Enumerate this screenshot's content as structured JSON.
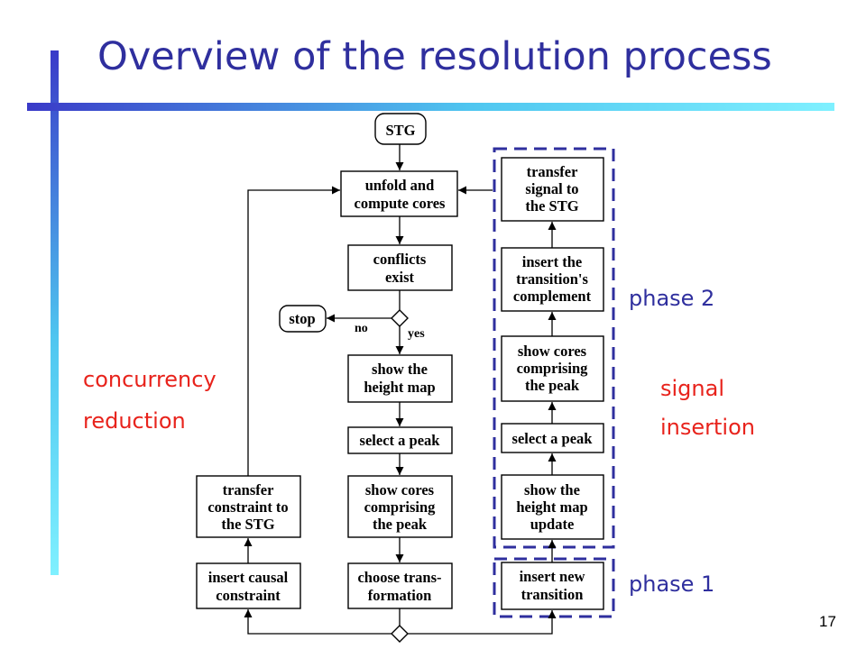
{
  "slide": {
    "title": "Overview of the resolution process",
    "page_number": "17"
  },
  "labels": {
    "concurrency": "concurrency",
    "reduction": "reduction",
    "signal": "signal",
    "insertion": "insertion",
    "phase2": "phase 2",
    "phase1": "phase 1"
  },
  "nodes": {
    "stg": [
      "STG"
    ],
    "unfold": [
      "unfold and",
      "compute cores"
    ],
    "conflicts": [
      "conflicts",
      "exist"
    ],
    "stop": [
      "stop"
    ],
    "show_height_map": [
      "show the",
      "height map"
    ],
    "select_peak_left": [
      "select a peak"
    ],
    "show_cores_left": [
      "show cores",
      "comprising",
      "the peak"
    ],
    "choose_transformation": [
      "choose trans-",
      "formation"
    ],
    "transfer_constraint": [
      "transfer",
      "constraint to",
      "the STG"
    ],
    "insert_causal": [
      "insert causal",
      "constraint"
    ],
    "transfer_signal": [
      "transfer",
      "signal to",
      "the STG"
    ],
    "insert_complement": [
      "insert the",
      "transition's",
      "complement"
    ],
    "show_cores_right": [
      "show cores",
      "comprising",
      "the peak"
    ],
    "select_peak_right": [
      "select a peak"
    ],
    "show_height_update": [
      "show the",
      "height map",
      "update"
    ],
    "insert_new_transition": [
      "insert new",
      "transition"
    ]
  },
  "edge_labels": {
    "no": "no",
    "yes": "yes"
  },
  "colors": {
    "title": "#2f2f9e",
    "red_label": "#e8231c",
    "blue_label": "#2f2f9e",
    "dashed_box": "#2f2f9e"
  }
}
